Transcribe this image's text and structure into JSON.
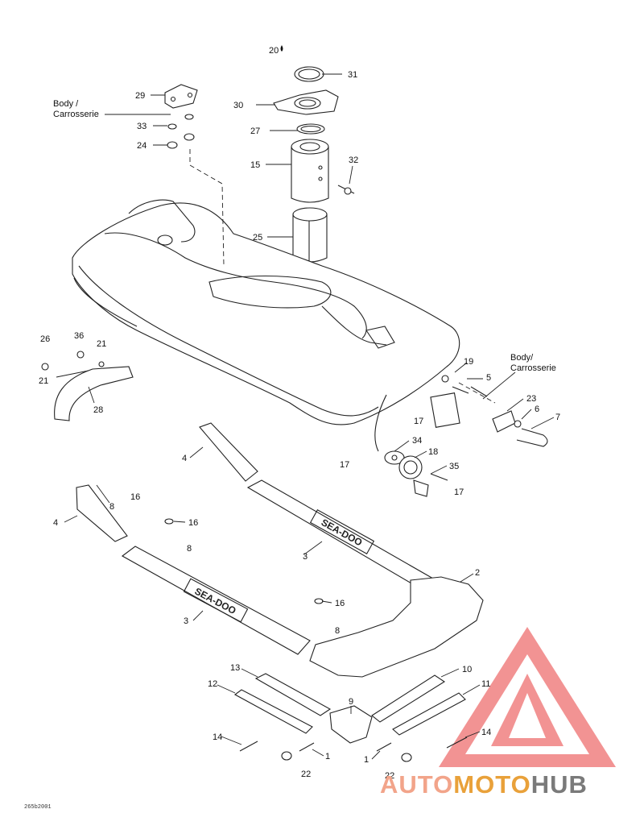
{
  "body_label_left": [
    "Body /",
    "Carrosserie"
  ],
  "body_label_right": [
    "Body/",
    "Carrosserie"
  ],
  "callouts": {
    "c20": "20",
    "c31": "31",
    "c30": "30",
    "c27": "27",
    "c15": "15",
    "c32": "32",
    "c25": "25",
    "c29": "29",
    "c33": "33",
    "c24": "24",
    "c26": "26",
    "c36": "36",
    "c21a": "21",
    "c21b": "21",
    "c28": "28",
    "c19": "19",
    "c5": "5",
    "c23": "23",
    "c6": "6",
    "c7": "7",
    "c17a": "17",
    "c34": "34",
    "c18": "18",
    "c17b": "17",
    "c35": "35",
    "c17c": "17",
    "c4a": "4",
    "c16a": "16",
    "c8a": "8",
    "c4b": "4",
    "c16b": "16",
    "c8b": "8",
    "c3a": "3",
    "c2": "2",
    "c3b": "3",
    "c16c": "16",
    "c8c": "8",
    "c13": "13",
    "c10": "10",
    "c12": "12",
    "c11": "11",
    "c9": "9",
    "c14a": "14",
    "c14b": "14",
    "c1a": "1",
    "c1b": "1",
    "c22a": "22",
    "c22b": "22"
  },
  "mat_brand_text": "SEA-DOO",
  "watermark": {
    "text_parts": [
      "AUTO",
      "MOTO",
      "HUB"
    ],
    "colors": {
      "auto": "#f2a48a",
      "moto": "#e9a13a",
      "hub": "#7a7a7a",
      "mark": "#f08080"
    }
  },
  "footer_code": "265b2001"
}
